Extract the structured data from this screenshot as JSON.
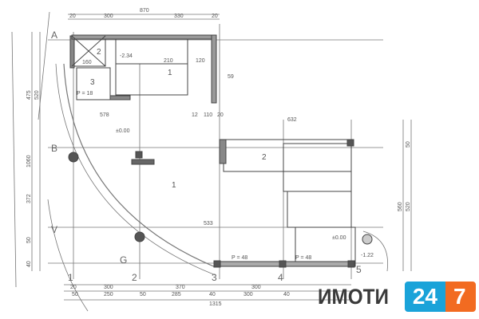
{
  "plan": {
    "axes_letters": [
      "A",
      "B",
      "V",
      "G"
    ],
    "axes_numbers": [
      "1",
      "2",
      "3",
      "4",
      "5"
    ],
    "top_total": "870",
    "top_dims": [
      "20",
      "300",
      "330",
      "20"
    ],
    "bottom_row1": [
      "20",
      "300",
      "370",
      "300"
    ],
    "bottom_row2": [
      "50",
      "250",
      "50",
      "285",
      "40",
      "300",
      "40"
    ],
    "bottom_total": "1315",
    "inner_dims": [
      "578",
      "12",
      "110",
      "20",
      "632",
      "533",
      "160",
      "210",
      "120",
      "59"
    ],
    "rooms": [
      "1",
      "2",
      "3",
      "2",
      "1"
    ],
    "levels": [
      "±0.00",
      "-2.34",
      "±0.00",
      "-1.22"
    ],
    "area_labels": [
      "P = 18",
      "P = 48",
      "P = 48"
    ],
    "side_dims": [
      "475",
      "520",
      "1060",
      "372",
      "560",
      "520",
      "50",
      "50",
      "40"
    ]
  },
  "logo": {
    "text": "ИМОТИ",
    "num1": "24",
    "num2": "7"
  },
  "colors": {
    "logo_blue": "#1aa3d9",
    "logo_orange": "#f26b21"
  }
}
